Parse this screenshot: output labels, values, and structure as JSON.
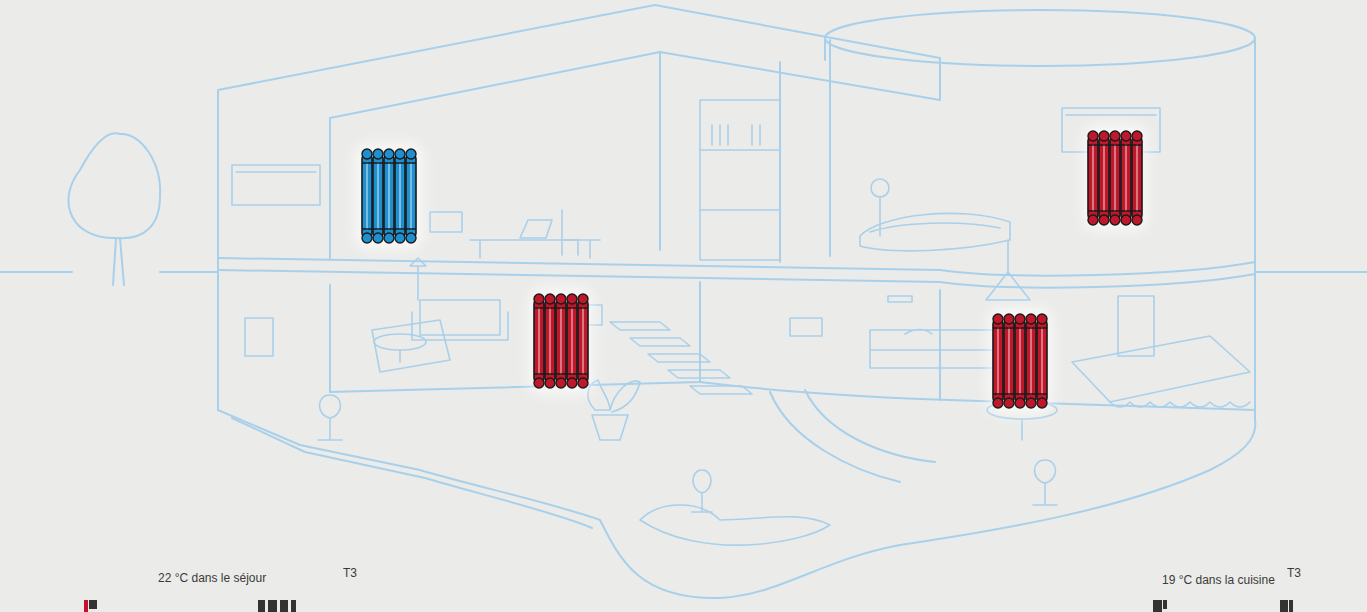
{
  "diagram": {
    "labels": [
      "22 °C dans le séjour",
      "T3",
      "19 °C dans la cuisine",
      "T3"
    ]
  }
}
